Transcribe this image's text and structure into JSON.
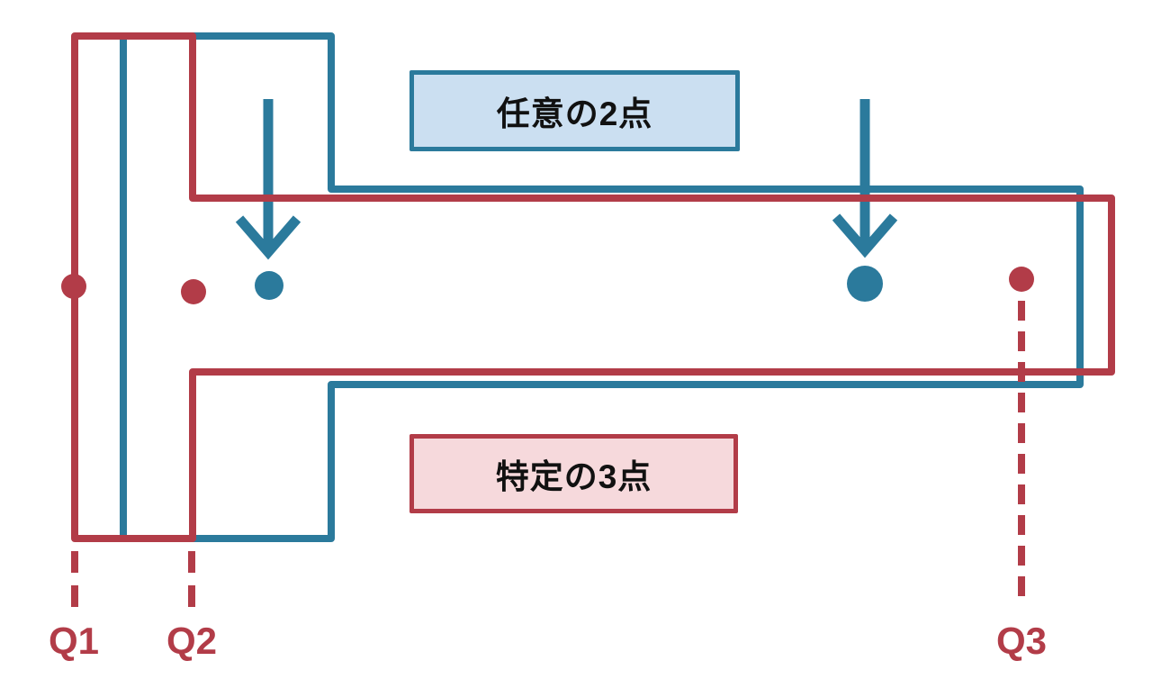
{
  "diagram": {
    "background": "#FFFFFF",
    "colors": {
      "blue": "#2B7A9C",
      "red": "#B23C48",
      "blue_box_fill": "#CBDFF1",
      "red_box_fill": "#F6D9DC",
      "box_text": "#111111"
    },
    "boxes": {
      "blue": {
        "label": "任意の2点"
      },
      "red": {
        "label": "特定の3点"
      }
    },
    "point_labels": {
      "q1": "Q1",
      "q2": "Q2",
      "q3": "Q3"
    },
    "points": {
      "blue_dot_count": 2,
      "red_dot_count": 3
    }
  }
}
